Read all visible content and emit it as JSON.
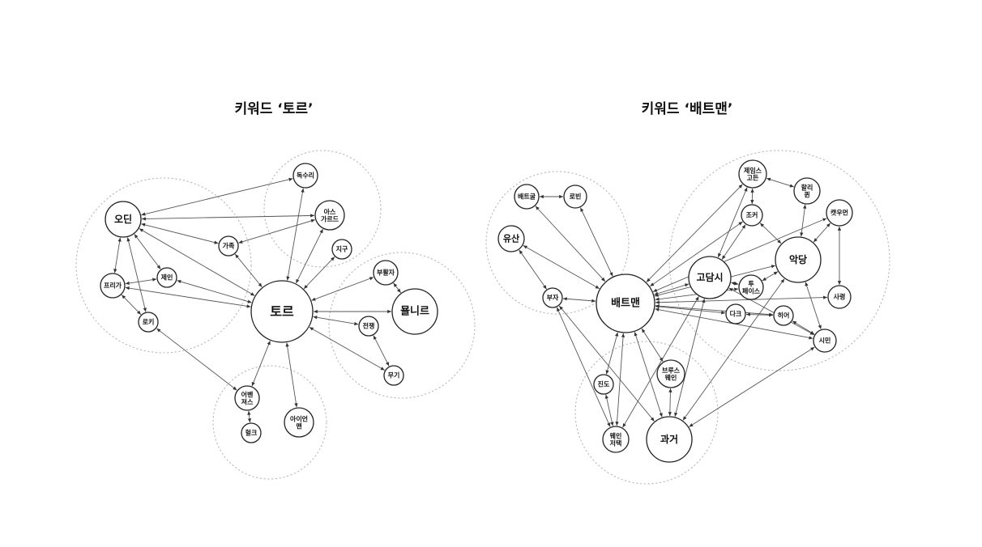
{
  "graphs": [
    {
      "id": "thor",
      "title": "키워드 ‘토르’",
      "nodes": [
        {
          "id": "odin",
          "label": "오딘"
        },
        {
          "id": "doksuri",
          "label": "독수리"
        },
        {
          "id": "asgard",
          "label": "아스 가르드"
        },
        {
          "id": "gajok",
          "label": "가족"
        },
        {
          "id": "jigu",
          "label": "지구"
        },
        {
          "id": "buhwal",
          "label": "부활자"
        },
        {
          "id": "frigga",
          "label": "프리가"
        },
        {
          "id": "jein",
          "label": "제인"
        },
        {
          "id": "loki",
          "label": "로키"
        },
        {
          "id": "thor",
          "label": "토르"
        },
        {
          "id": "mjolnir",
          "label": "묠니르"
        },
        {
          "id": "jeonjaeng",
          "label": "전쟁"
        },
        {
          "id": "mugi",
          "label": "무기"
        },
        {
          "id": "avengers",
          "label": "어벤 져스"
        },
        {
          "id": "hulk",
          "label": "헐크"
        },
        {
          "id": "ironman",
          "label": "아이언 맨"
        }
      ],
      "edges": [
        [
          "thor",
          "odin"
        ],
        [
          "thor",
          "doksuri"
        ],
        [
          "thor",
          "asgard"
        ],
        [
          "thor",
          "gajok"
        ],
        [
          "thor",
          "jigu"
        ],
        [
          "thor",
          "buhwal"
        ],
        [
          "thor",
          "mjolnir"
        ],
        [
          "thor",
          "jein"
        ],
        [
          "thor",
          "avengers"
        ],
        [
          "thor",
          "ironman"
        ],
        [
          "thor",
          "jeonjaeng"
        ],
        [
          "odin",
          "doksuri"
        ],
        [
          "odin",
          "asgard"
        ],
        [
          "odin",
          "gajok"
        ],
        [
          "odin",
          "frigga"
        ],
        [
          "odin",
          "loki"
        ],
        [
          "odin",
          "jein"
        ],
        [
          "frigga",
          "thor"
        ],
        [
          "frigga",
          "jein"
        ],
        [
          "frigga",
          "loki"
        ],
        [
          "gajok",
          "asgard"
        ],
        [
          "mugi",
          "thor"
        ],
        [
          "mugi",
          "jeonjaeng"
        ],
        [
          "buhwal",
          "mjolnir"
        ],
        [
          "avengers",
          "hulk"
        ],
        [
          "avengers",
          "loki"
        ]
      ]
    },
    {
      "id": "batman",
      "title": "키워드 ‘배트맨’",
      "nodes": [
        {
          "id": "batcave",
          "label": "배트굴"
        },
        {
          "id": "robin",
          "label": "로빈"
        },
        {
          "id": "yusan",
          "label": "유산"
        },
        {
          "id": "buja",
          "label": "부자"
        },
        {
          "id": "batman",
          "label": "배트맨"
        },
        {
          "id": "gotham",
          "label": "고담시"
        },
        {
          "id": "gordon",
          "label": "제임스 고든"
        },
        {
          "id": "joker",
          "label": "조커"
        },
        {
          "id": "catwoman",
          "label": "캣우먼"
        },
        {
          "id": "harley",
          "label": "할리 퀸"
        },
        {
          "id": "akdang",
          "label": "악당"
        },
        {
          "id": "twoface",
          "label": "투 페이스"
        },
        {
          "id": "saryeong",
          "label": "사령"
        },
        {
          "id": "dark",
          "label": "다크"
        },
        {
          "id": "hero",
          "label": "히어"
        },
        {
          "id": "simin",
          "label": "시민"
        },
        {
          "id": "bruce",
          "label": "브루스 웨인"
        },
        {
          "id": "jindo",
          "label": "진도"
        },
        {
          "id": "wayne",
          "label": "웨인 저택"
        },
        {
          "id": "gwageo",
          "label": "과거"
        }
      ],
      "edges": [
        [
          "robin",
          "batcave"
        ],
        [
          "batman",
          "robin"
        ],
        [
          "batman",
          "batcave"
        ],
        [
          "batman",
          "yusan"
        ],
        [
          "batman",
          "buja"
        ],
        [
          "batman",
          "gordon"
        ],
        [
          "batman",
          "joker"
        ],
        [
          "batman",
          "catwoman"
        ],
        [
          "batman",
          "gotham"
        ],
        [
          "batman",
          "akdang"
        ],
        [
          "batman",
          "twoface"
        ],
        [
          "batman",
          "saryeong"
        ],
        [
          "batman",
          "dark"
        ],
        [
          "batman",
          "hero"
        ],
        [
          "batman",
          "simin"
        ],
        [
          "batman",
          "bruce"
        ],
        [
          "batman",
          "jindo"
        ],
        [
          "batman",
          "wayne"
        ],
        [
          "batman",
          "gwageo"
        ],
        [
          "yusan",
          "buja"
        ],
        [
          "buja",
          "gwageo"
        ],
        [
          "buja",
          "wayne"
        ],
        [
          "gordon",
          "harley"
        ],
        [
          "harley",
          "akdang"
        ],
        [
          "joker",
          "gordon"
        ],
        [
          "joker",
          "akdang"
        ],
        [
          "gotham",
          "gordon"
        ],
        [
          "gotham",
          "joker"
        ],
        [
          "gotham",
          "simin"
        ],
        [
          "gotham",
          "gwageo"
        ],
        [
          "gotham",
          "wayne"
        ],
        [
          "akdang",
          "gwageo"
        ],
        [
          "akdang",
          "twoface"
        ],
        [
          "akdang",
          "simin"
        ],
        [
          "catwoman",
          "akdang"
        ],
        [
          "saryeong",
          "catwoman"
        ],
        [
          "twoface",
          "gotham"
        ],
        [
          "hero",
          "simin"
        ],
        [
          "dark",
          "hero"
        ],
        [
          "simin",
          "gwageo"
        ],
        [
          "bruce",
          "gwageo"
        ],
        [
          "jindo",
          "wayne"
        ]
      ]
    }
  ]
}
